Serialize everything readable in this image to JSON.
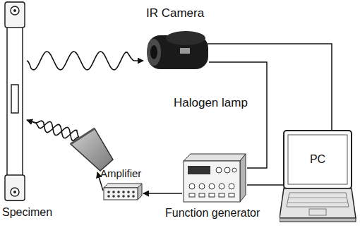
{
  "diagram": {
    "nodes": [
      {
        "text": [
          "Specimen"
        ]
      },
      {
        "text": [
          "IR Camera"
        ]
      },
      {
        "text": [
          "Halogen lamp"
        ]
      },
      {
        "text": [
          "Amplifier"
        ]
      },
      {
        "text": [
          "Function generator"
        ]
      },
      {
        "text": [
          "PC"
        ]
      }
    ],
    "edges": [
      {
        "from": 2,
        "to": 0,
        "arrow": "to"
      },
      {
        "from": 0,
        "to": 1,
        "arrow": "to"
      },
      {
        "from": 4,
        "to": 3,
        "arrow": "to"
      },
      {
        "from": 3,
        "to": 2,
        "arrow": "to"
      },
      {
        "from": 1,
        "to": 4,
        "arrow": "none"
      },
      {
        "from": 1,
        "to": 5,
        "arrow": "none"
      },
      {
        "from": 4,
        "to": 5,
        "arrow": "none"
      }
    ]
  }
}
